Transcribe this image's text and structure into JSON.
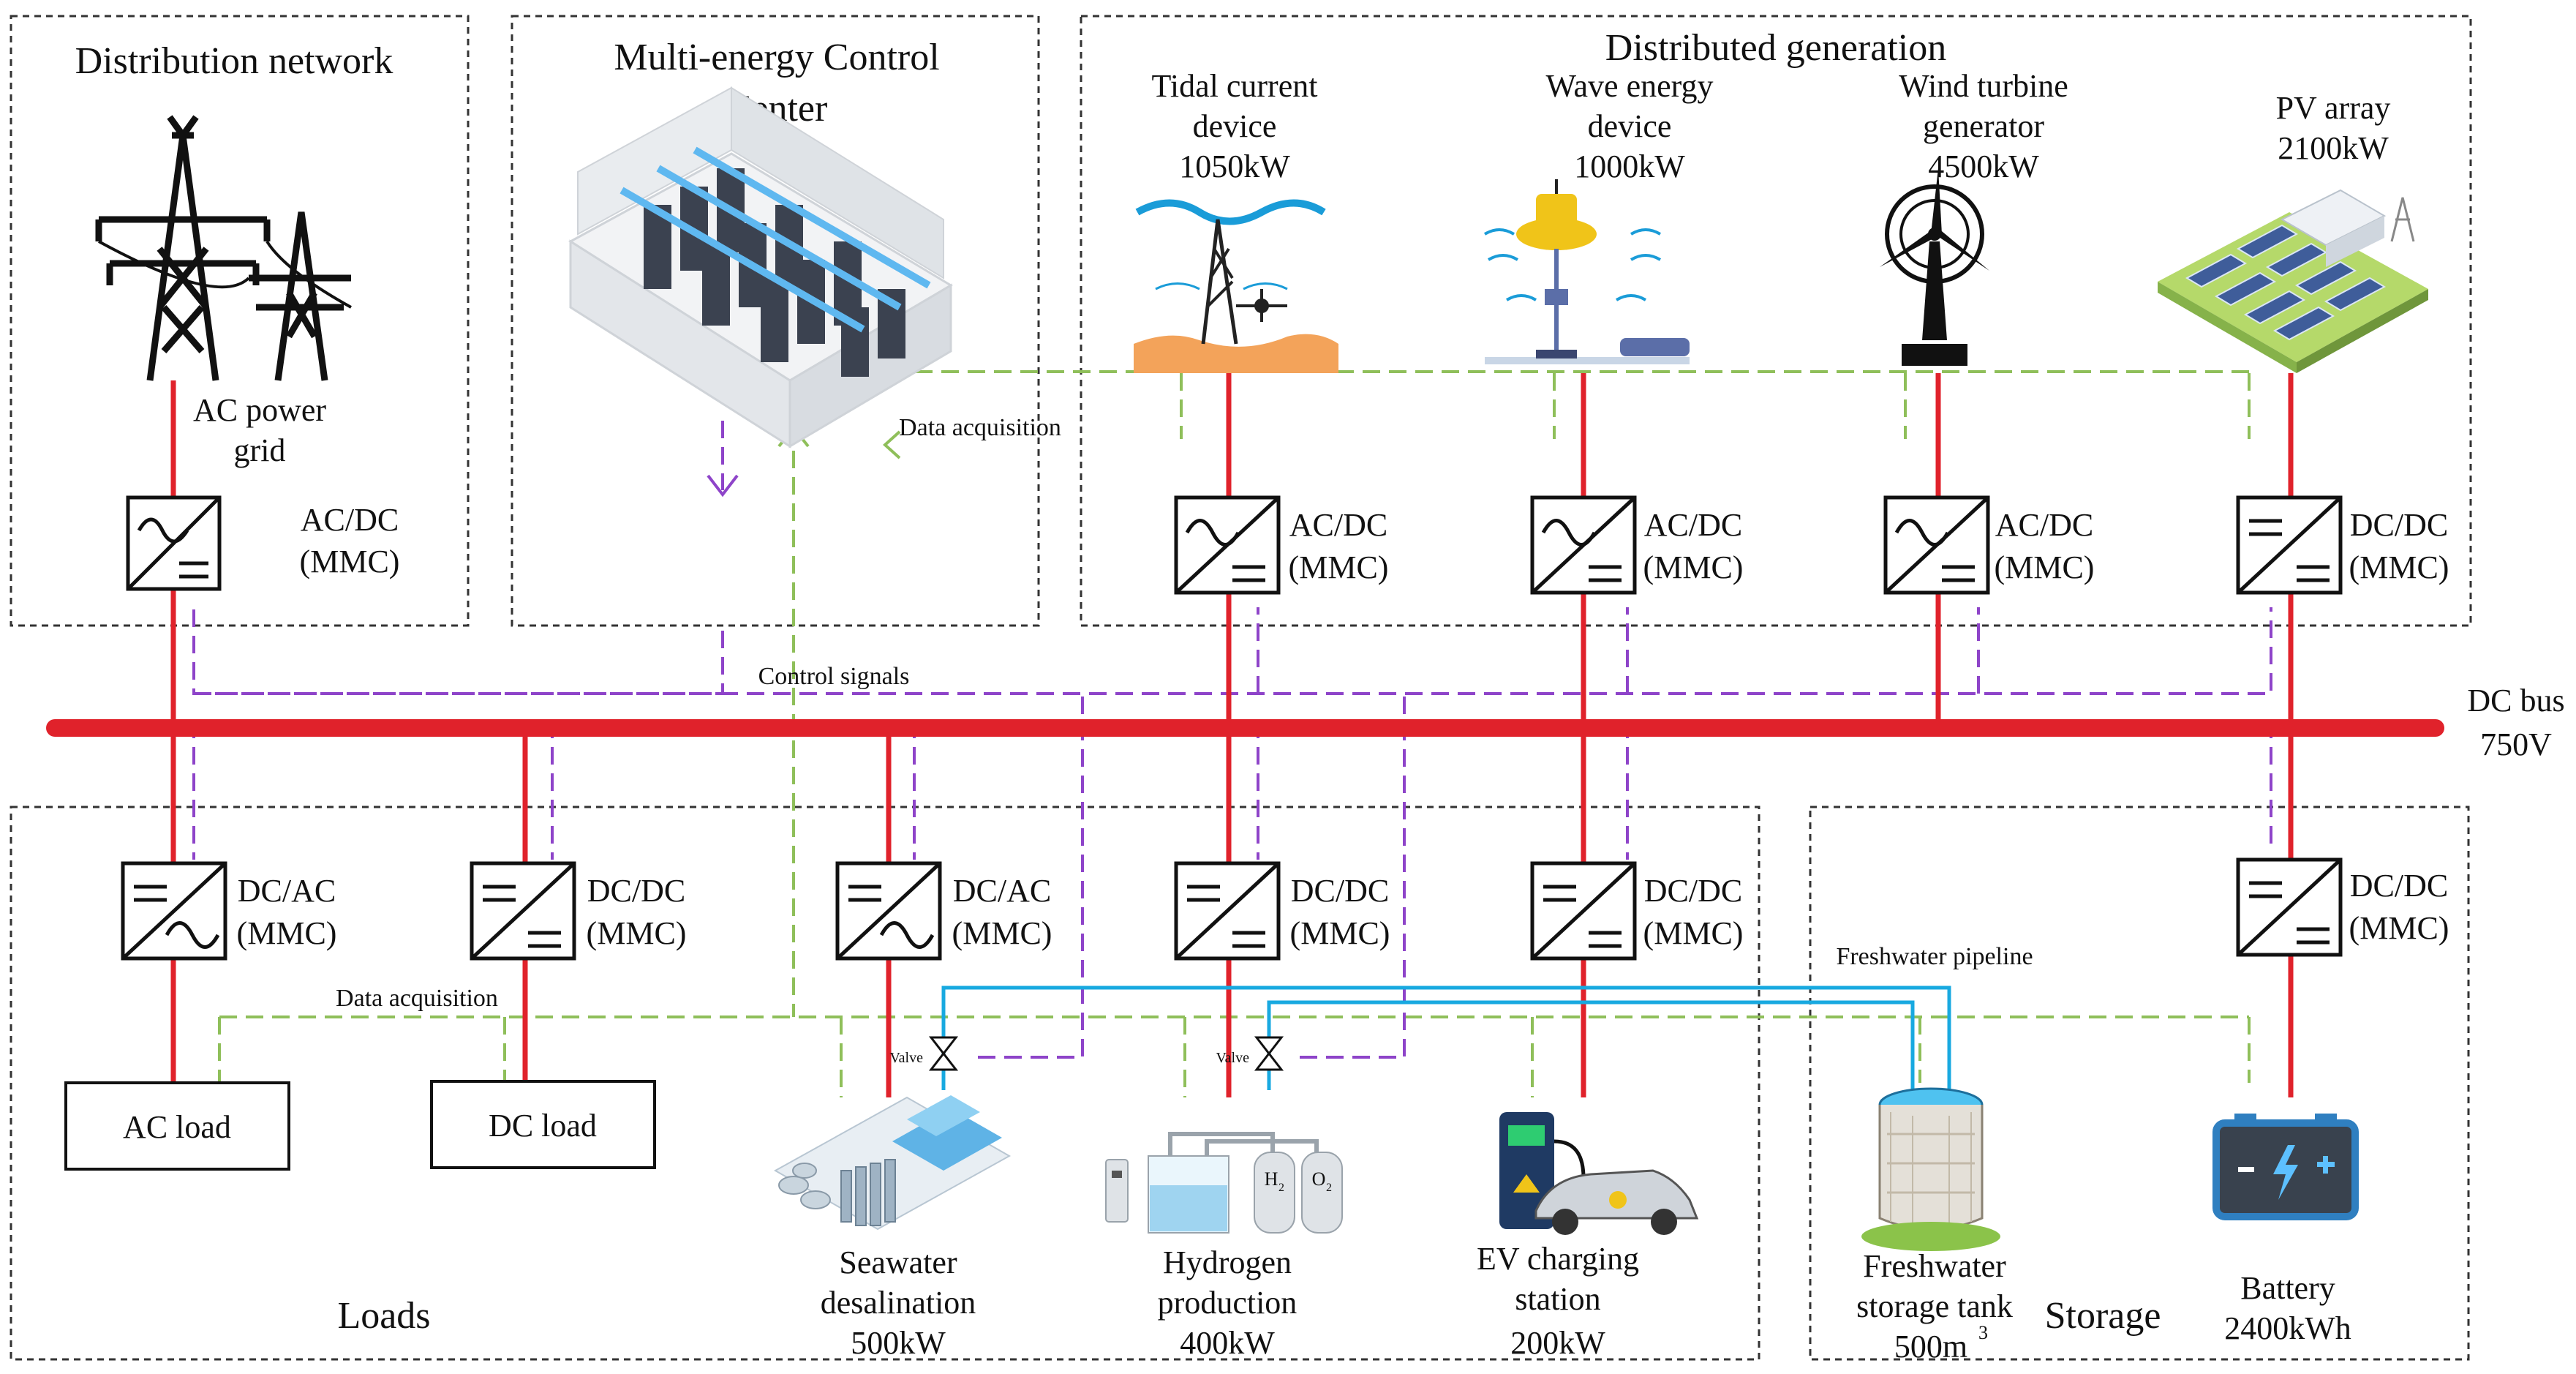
{
  "regions": {
    "distribution_network": "Distribution network",
    "control_center": [
      "Multi-energy Control",
      "Center"
    ],
    "distributed_generation": "Distributed generation",
    "loads": "Loads",
    "storage": "Storage"
  },
  "sources": {
    "ac_grid": [
      "AC power",
      "grid"
    ],
    "tidal": [
      "Tidal current",
      "device",
      "1050kW"
    ],
    "wave": [
      "Wave energy",
      "device",
      "1000kW"
    ],
    "wind": [
      "Wind turbine",
      "generator",
      "4500kW"
    ],
    "pv": [
      "PV array",
      "2100kW"
    ]
  },
  "converters": {
    "grid": [
      "AC/DC",
      "(MMC)"
    ],
    "tidal": [
      "AC/DC",
      "(MMC)"
    ],
    "wave": [
      "AC/DC",
      "(MMC)"
    ],
    "wind": [
      "AC/DC",
      "(MMC)"
    ],
    "pv": [
      "DC/DC",
      "(MMC)"
    ],
    "ac_load": [
      "DC/AC",
      "(MMC)"
    ],
    "dc_load": [
      "DC/DC",
      "(MMC)"
    ],
    "desal": [
      "DC/AC",
      "(MMC)"
    ],
    "hydrogen": [
      "DC/DC",
      "(MMC)"
    ],
    "ev": [
      "DC/DC",
      "(MMC)"
    ],
    "battery": [
      "DC/DC",
      "(MMC)"
    ]
  },
  "bus": [
    "DC bus",
    "750V"
  ],
  "signals": {
    "data_acquisition_top": "Data acquisition",
    "control_signals": "Control signals",
    "data_acquisition_bottom": "Data acquisition",
    "freshwater_pipeline": "Freshwater pipeline",
    "valve": "Valve"
  },
  "loads": {
    "ac_load": "AC load",
    "dc_load": "DC load",
    "desal": [
      "Seawater",
      "desalination",
      "500kW"
    ],
    "hydrogen": [
      "Hydrogen",
      "production",
      "400kW"
    ],
    "ev": [
      "EV  charging",
      "station",
      "200kW"
    ],
    "tank": [
      "Freshwater",
      "storage tank",
      "500m"
    ],
    "tank_unit_sup": "3",
    "battery": [
      "Battery",
      "2400kWh"
    ]
  },
  "icon_labels": {
    "h2": "H",
    "h2_sub": "2",
    "o2": "O",
    "o2_sub": "2"
  },
  "colors": {
    "power_line": "#e0222b",
    "control_signal": "#8e44c9",
    "data_acquisition": "#8fbf5a",
    "freshwater": "#18a9e0"
  }
}
